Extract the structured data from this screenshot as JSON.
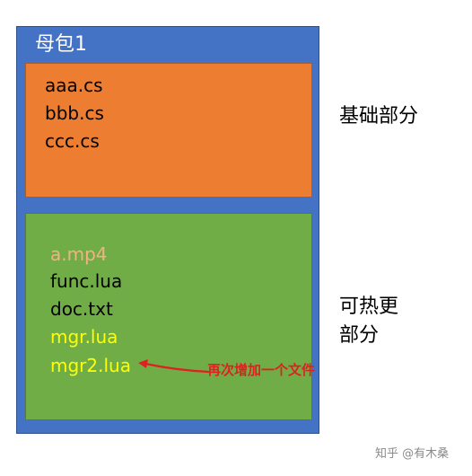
{
  "package": {
    "title": "母包1"
  },
  "base_section": {
    "label": "基础部分",
    "color": "#ed7d31",
    "files": [
      {
        "name": "aaa.cs",
        "color": "#000000"
      },
      {
        "name": "bbb.cs",
        "color": "#000000"
      },
      {
        "name": "ccc.cs",
        "color": "#000000"
      }
    ]
  },
  "hot_section": {
    "label_line1": "可热更",
    "label_line2": "部分",
    "color": "#70ad47",
    "files": [
      {
        "name": "a.mp4",
        "color": "#f4b183"
      },
      {
        "name": "func.lua",
        "color": "#000000"
      },
      {
        "name": "doc.txt",
        "color": "#000000"
      },
      {
        "name": "mgr.lua",
        "color": "#ffff00"
      },
      {
        "name": "mgr2.lua",
        "color": "#ffff00"
      }
    ]
  },
  "annotation": {
    "text": "再次增加一个文件",
    "color": "#e02020"
  },
  "watermark": {
    "text": "知乎 @有木桑"
  }
}
